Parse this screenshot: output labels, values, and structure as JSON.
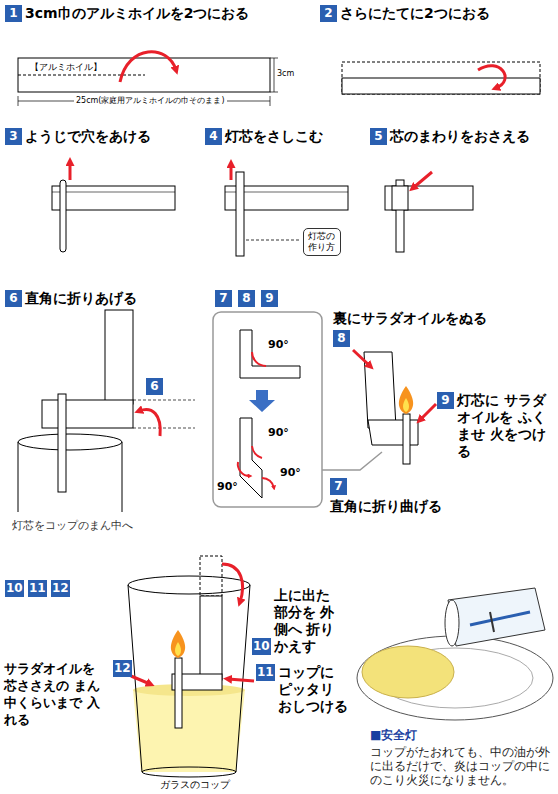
{
  "diagram": {
    "nodes": [
      {
        "text": [
          "1",
          "3cm巾のアルミホイルを2つにおる"
        ]
      },
      {
        "text": [
          "2",
          "さらにたてに2つにおる"
        ]
      },
      {
        "text": [
          "3",
          "ようじで穴をあける"
        ]
      },
      {
        "text": [
          "4",
          "灯芯をさしこむ"
        ]
      },
      {
        "text": [
          "5",
          "芯のまわりをおさえる"
        ]
      },
      {
        "text": [
          "灯芯の作り方"
        ]
      },
      {
        "text": [
          "6",
          "直角に折りあげる"
        ]
      },
      {
        "text": [
          "7"
        ]
      },
      {
        "text": [
          "8"
        ]
      },
      {
        "text": [
          "9"
        ]
      },
      {
        "text": [
          "8",
          "裏にサラダオイルをぬる"
        ]
      },
      {
        "text": [
          "6"
        ]
      },
      {
        "text": [
          "9",
          "灯芯に サラダオイルを ふくませ 火をつける"
        ]
      },
      {
        "text": [
          "7",
          "直角に折り曲げる"
        ]
      },
      {
        "text": [
          "10"
        ]
      },
      {
        "text": [
          "11"
        ]
      },
      {
        "text": [
          "12"
        ]
      },
      {
        "text": [
          "10",
          "上に出た 部分を 外側へ 折りかえす"
        ]
      },
      {
        "text": [
          "12",
          "サラダオイルを 芯ささえの まん中くらいまで 入れる"
        ]
      },
      {
        "text": [
          "11",
          "コップに ピッタリ おしつける"
        ]
      }
    ],
    "labels": [
      "【アルミホイル】",
      "3cm",
      "25cm(家庭用アルミホイルの巾そのまま)",
      "灯芯をコップのまん中へ",
      "90°",
      "90°",
      "90°",
      "90°",
      "ガラスのコップ",
      "■安全灯",
      "コップがたおれても、中の油が外に出るだけで、炎はコップの中にのこり火災になりません。"
    ]
  }
}
